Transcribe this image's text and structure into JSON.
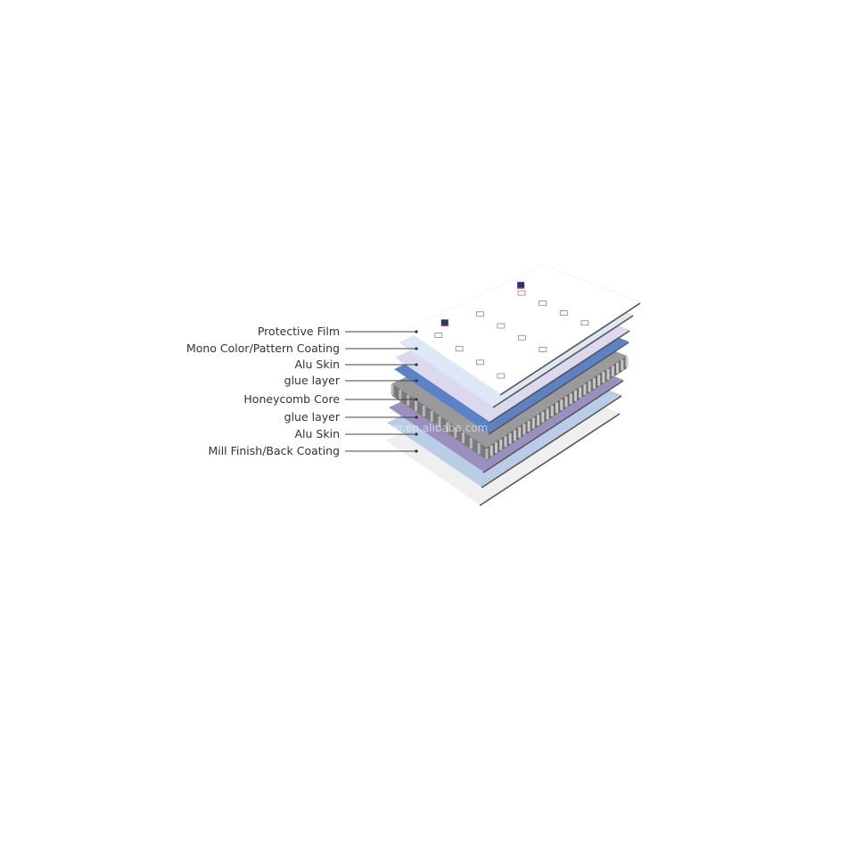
{
  "labels": [
    {
      "text": "Protective Film",
      "color": "#ffffff"
    },
    {
      "text": "Mono Color/Pattern Coating",
      "color": "#dce8f6"
    },
    {
      "text": "Alu Skin",
      "color": "#dcd8ee"
    },
    {
      "text": "glue layer",
      "color": "#5b82c4"
    },
    {
      "text": "Honeycomb Core",
      "color": "#8a8a8a"
    },
    {
      "text": "glue layer",
      "color": "#9b8fc0"
    },
    {
      "text": "Alu Skin",
      "color": "#b9cde6"
    },
    {
      "text": "Mill Finish/Back Coating",
      "color": "#efefef"
    }
  ],
  "watermark": "ar.en.alibaba.com"
}
